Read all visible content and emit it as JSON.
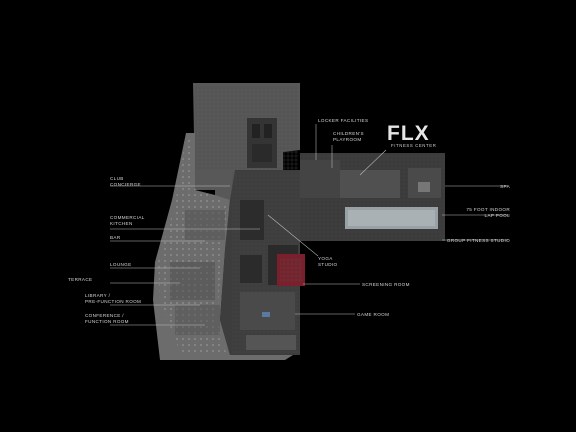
{
  "brand": {
    "name": "FLX",
    "subtitle": "FITNESS CENTER"
  },
  "labels": {
    "locker_facilities": "LOCKER FACILITIES",
    "childrens_playroom": [
      "CHILDREN'S",
      "PLAYROOM"
    ],
    "club_concierge": [
      "CLUB",
      "CONCIERGE"
    ],
    "commercial_kitchen": [
      "COMMERCIAL",
      "KITCHEN"
    ],
    "bar": "BAR",
    "lounge": "LOUNGE",
    "terrace": "TERRACE",
    "library": [
      "LIBRARY /",
      "PRE-FUNCTION ROOM"
    ],
    "conference": [
      "CONFERENCE /",
      "FUNCTION ROOM"
    ],
    "yoga_studio": [
      "YOGA",
      "STUDIO"
    ],
    "screening_room": "SCREENING ROOM",
    "game_room": "GAME ROOM",
    "spa": "SPA",
    "lap_pool": [
      "75 FOOT INDOOR",
      "LAP POOL"
    ],
    "group_fitness": "GROUP FITNESS STUDIO"
  },
  "colors": {
    "background": "#000000",
    "tower": "#5a5a5a",
    "floor": "#3a3a3a",
    "terrace": "#6f6f6f",
    "pool": "#9aa3a8",
    "screening_room": "#7a1f2b",
    "label": "#d8d8d8"
  }
}
